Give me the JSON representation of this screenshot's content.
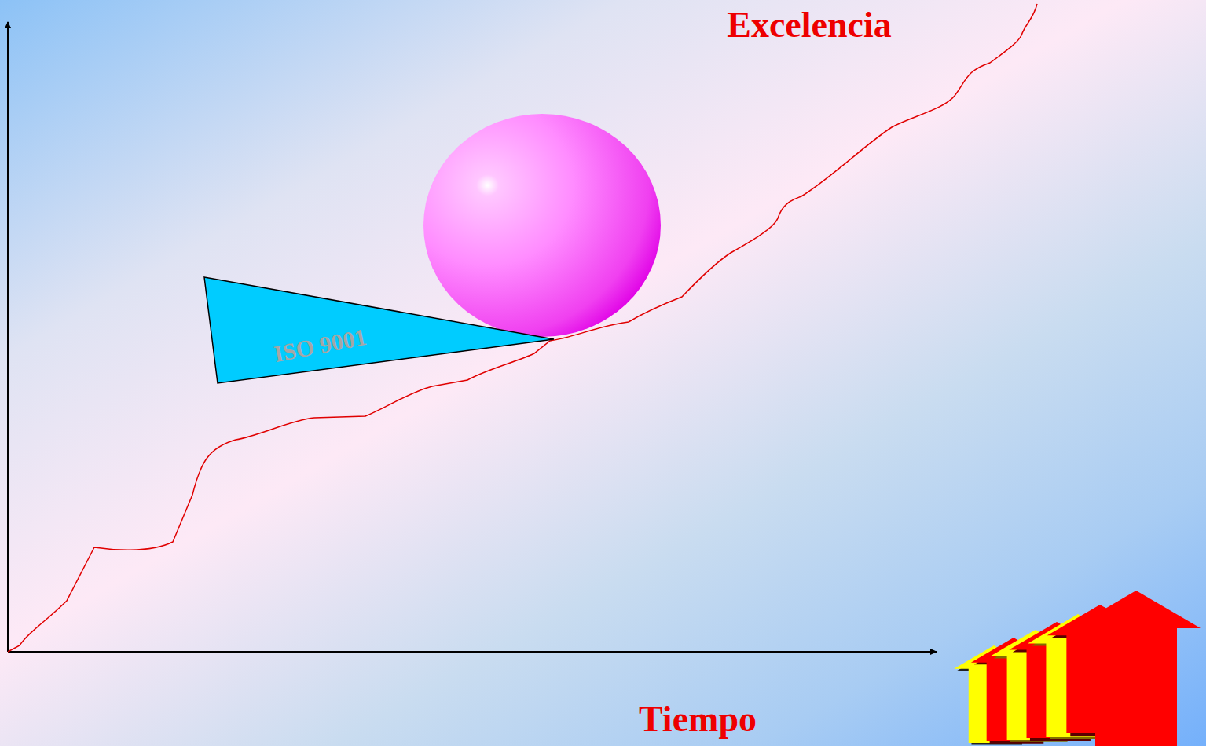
{
  "diagram": {
    "nodes": [
      {
        "text": [
          "ISO 9001"
        ]
      }
    ],
    "labels": [
      "Excelencia",
      "Tiempo"
    ]
  }
}
